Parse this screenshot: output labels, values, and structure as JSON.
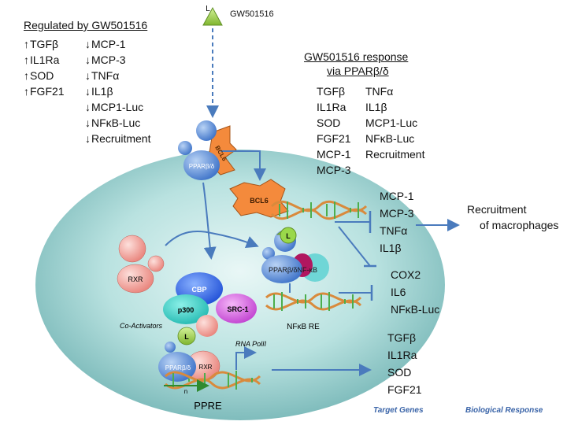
{
  "ligand_label": "GW501516",
  "ligand_symbol": "L",
  "regulated": {
    "title": "Regulated by GW501516",
    "up": [
      "TGFβ",
      "IL1Ra",
      "SOD",
      "FGF21"
    ],
    "down": [
      "MCP-1",
      "MCP-3",
      "TNFα",
      "IL1β",
      "MCP1-Luc",
      "NFκB-Luc",
      "Recruitment"
    ]
  },
  "response": {
    "title_line1": "GW501516 response",
    "title_line2": "via PPARβ/δ",
    "left": [
      "TGFβ",
      "IL1Ra",
      "SOD",
      "FGF21",
      "MCP-1",
      "MCP-3"
    ],
    "right": [
      "TNFα",
      "IL1β",
      "MCP1-Luc",
      "NFκB-Luc",
      "Recruitment"
    ]
  },
  "cell": {
    "bcl6_small": "BCL6",
    "ppar_top": "PPARβ/δ",
    "bcl6_large": "BCL6",
    "rxr_left": "RXR",
    "cbp": "CBP",
    "p300": "p300",
    "src1": "SRC-1",
    "coactivators": "Co-Activators",
    "ppar_nfkb": "PPARβ/δNF-κB",
    "nfkb_re": "NFκB RE",
    "rna_pol": "RNA PolII",
    "ppar_bottom": "PPARβ/δ",
    "rxr_bottom": "RXR",
    "n_label": "n",
    "ppre": "PPRE"
  },
  "target_group1": [
    "MCP-1",
    "MCP-3",
    "TNFα",
    "IL1β"
  ],
  "target_group2": [
    "COX2",
    "IL6",
    "NFκB-Luc"
  ],
  "target_group3": [
    "TGFβ",
    "IL1Ra",
    "SOD",
    "FGF21"
  ],
  "biological_response": [
    "Recruitment",
    "of macrophages"
  ],
  "footer": {
    "target_genes": "Target Genes",
    "biological_response": "Biological Response"
  }
}
